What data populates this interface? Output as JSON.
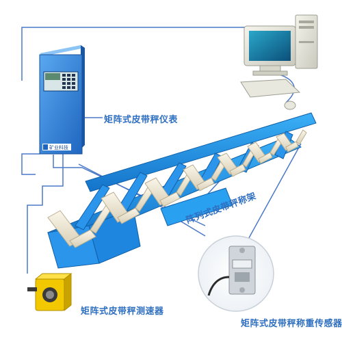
{
  "labels": {
    "indicator": "矩阵式皮带秤仪表",
    "frame": "阵列式皮带秤称架",
    "speed_sensor": "矩阵式皮带秤测速器",
    "load_cell": "矩阵式皮带秤称重传感器"
  },
  "indicator_box": {
    "brand": "矿业科技"
  },
  "colors": {
    "link_line": "#4a78c8",
    "cabinet": "#2f7fd6",
    "frame": "#1d8fe6",
    "roller": "#efe6cf",
    "label": "#2f6fc0",
    "sensor_yellow": "#f2c800"
  }
}
